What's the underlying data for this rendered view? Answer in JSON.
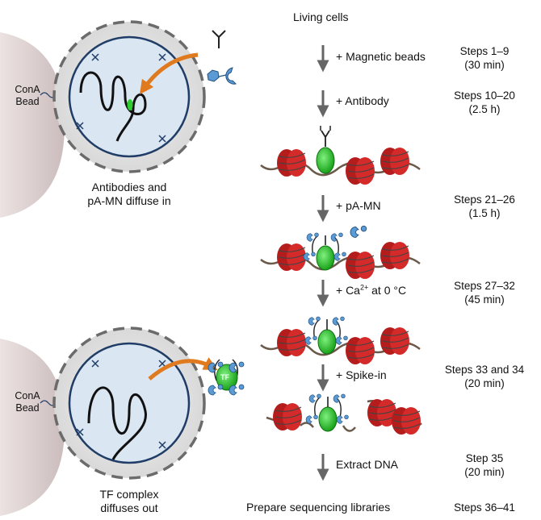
{
  "header": {
    "title": "Living cells"
  },
  "panels": {
    "top": {
      "bead_label_1": "ConA",
      "bead_label_2": "Bead",
      "caption_1": "Antibodies and",
      "caption_2": "pA-MN diffuse in"
    },
    "bottom": {
      "bead_label_1": "ConA",
      "bead_label_2": "Bead",
      "tf_label": "TF",
      "caption_1": "TF complex",
      "caption_2": "diffuses out"
    }
  },
  "workflow": {
    "steps": [
      {
        "action": "+ Magnetic beads",
        "range": "Steps 1–9",
        "time": "(30 min)"
      },
      {
        "action": "+ Antibody",
        "range": "Steps 10–20",
        "time": "(2.5 h)"
      },
      {
        "action": "+ pA-MN",
        "range": "Steps 21–26",
        "time": "(1.5 h)"
      },
      {
        "action_prefix": "+ Ca",
        "action_sup": "2+",
        "action_suffix": " at 0 °C",
        "range": "Steps 27–32",
        "time": "(45 min)"
      },
      {
        "action": "+ Spike-in",
        "range": "Steps 33 and 34",
        "time": "(20 min)"
      },
      {
        "action": "Extract DNA",
        "range": "Step 35",
        "time": "(20 min)"
      }
    ],
    "final": {
      "action": "Prepare sequencing libraries",
      "range": "Steps 36–41"
    }
  },
  "colors": {
    "nucleosome": "#d42a2a",
    "tf": "#2ecc2e",
    "pa_mn": "#5b9bd5",
    "cell_fill": "#e6e6e6",
    "nucleus_fill": "#dbe6f3",
    "nucleus_stroke": "#1f3d66",
    "bead": "#d9cccc",
    "orange_arrow": "#e07a1e",
    "step_arrow": "#666666"
  }
}
